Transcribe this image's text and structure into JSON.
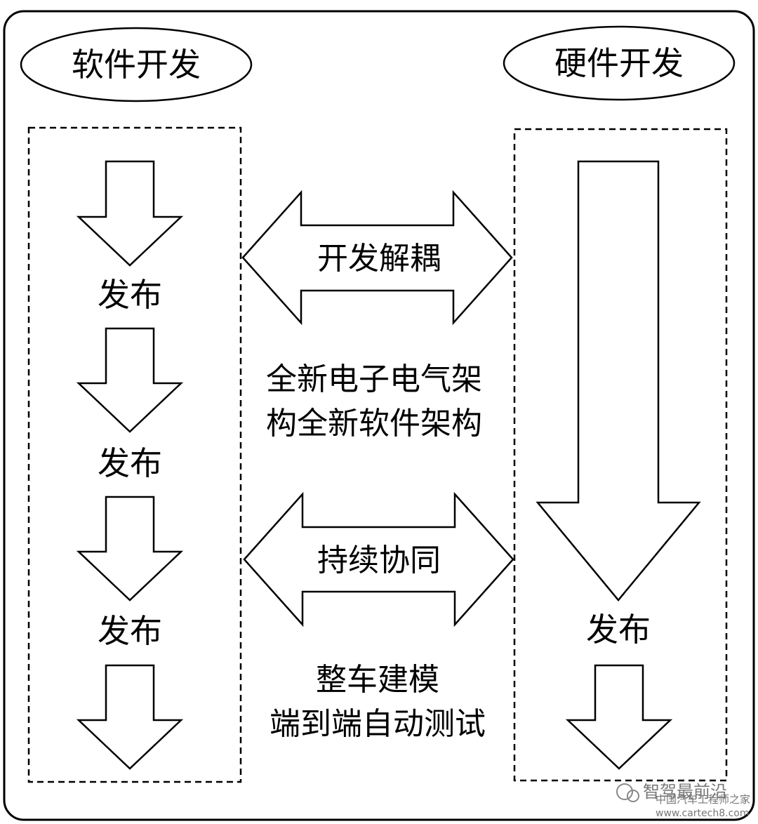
{
  "sides": {
    "software_title": "软件开发",
    "hardware_title": "硬件开发"
  },
  "software_releases": [
    "发布",
    "发布",
    "发布"
  ],
  "hardware_release": "发布",
  "middle": {
    "decouple_label": "开发解耦",
    "architecture_line1": "全新电子电气架",
    "architecture_line2": "构全新软件架构",
    "collab_label": "持续协同",
    "testing_line1": "整车建模",
    "testing_line2": "端到端自动测试"
  },
  "watermark": {
    "brand": "智驾最前沿",
    "site_name": "中国汽车工程师之家",
    "site_url": "www.cartech8.com"
  }
}
